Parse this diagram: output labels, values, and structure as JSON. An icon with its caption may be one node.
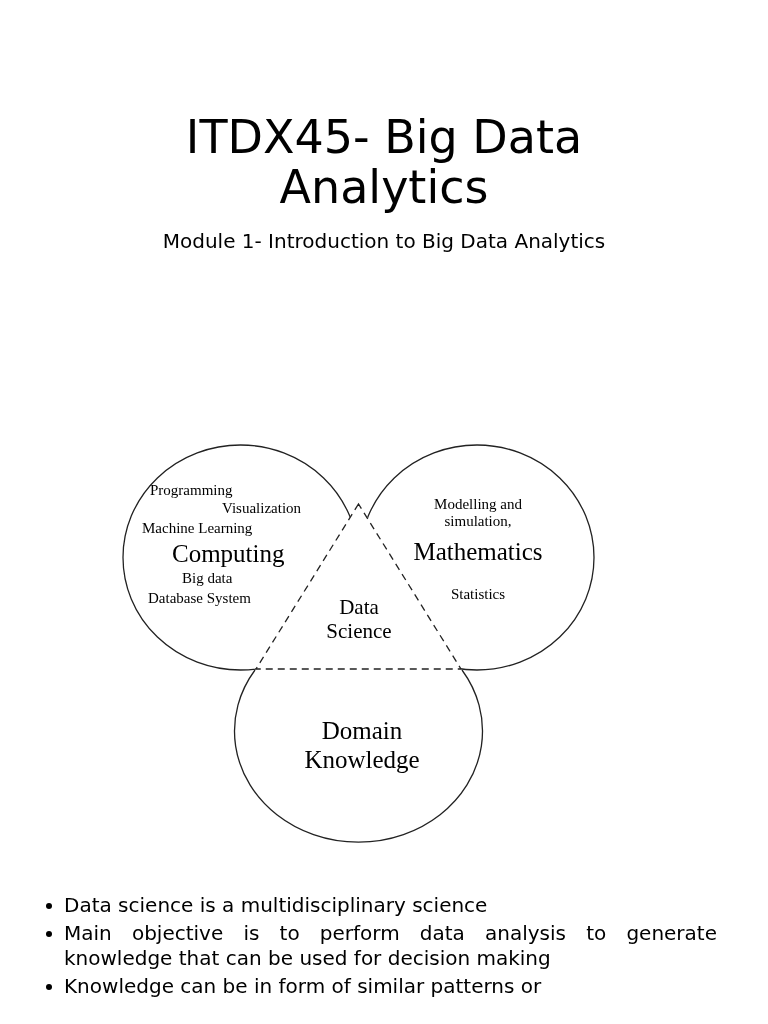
{
  "diagram": {
    "title": "ITDX45- Big Data Analytics",
    "nodes": [
      {
        "text": [
          "Programming",
          "Visualization",
          "Machine Learning",
          "Computing",
          "Big data",
          "Database System"
        ]
      },
      {
        "text": [
          "Modelling and simulation,",
          "Mathematics",
          "Statistics"
        ]
      },
      {
        "text": [
          "Data Science"
        ]
      },
      {
        "text": [
          "Domain Knowledge"
        ]
      }
    ],
    "edges": [],
    "labels": [
      "Module 1- Introduction to Big Data Analytics",
      "Data science is a multidisciplinary science",
      "Main objective is to perform data analysis to generate knowledge that can be used for decision making",
      "Knowledge can be in form of similar patterns or"
    ]
  }
}
